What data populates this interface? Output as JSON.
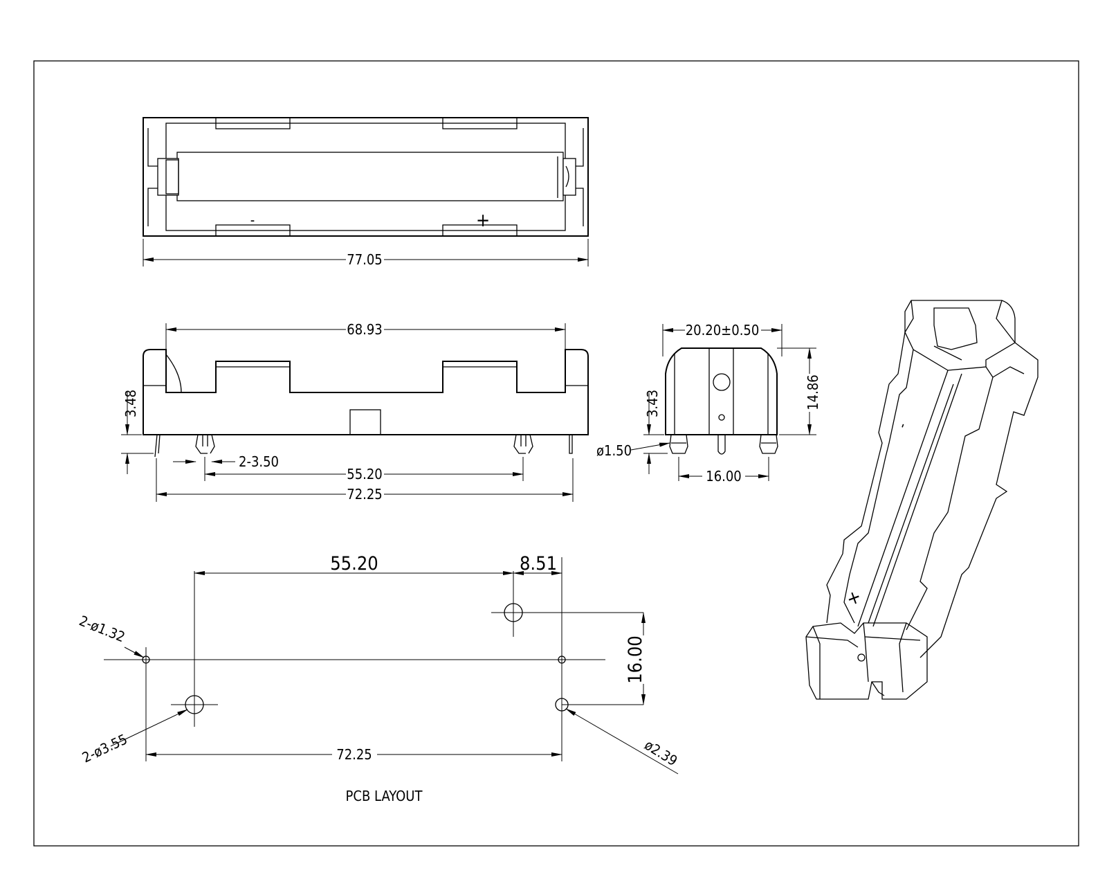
{
  "top_view": {
    "overall_length": "77.05",
    "neg_mark": "-",
    "pos_mark": "+"
  },
  "side_view": {
    "inner_length": "68.93",
    "pin_height": "3.48",
    "peg_size": "2-3.50",
    "peg_spacing": "55.20",
    "pin_spacing": "72.25"
  },
  "end_view": {
    "width": "20.20±0.50",
    "height": "14.86",
    "pin_height": "3.43",
    "pin_diameter": "ø1.50",
    "pin_spacing": "16.00"
  },
  "pcb_layout": {
    "title": "PCB LAYOUT",
    "peg_spacing": "55.20",
    "offset": "8.51",
    "row_spacing": "16.00",
    "pin_spacing": "72.25",
    "small_hole": "2-ø1.32",
    "large_hole": "2-ø3.55",
    "mid_hole": "ø2.39"
  },
  "iso_view": {
    "neg_mark": "-",
    "pos_mark": "+"
  }
}
